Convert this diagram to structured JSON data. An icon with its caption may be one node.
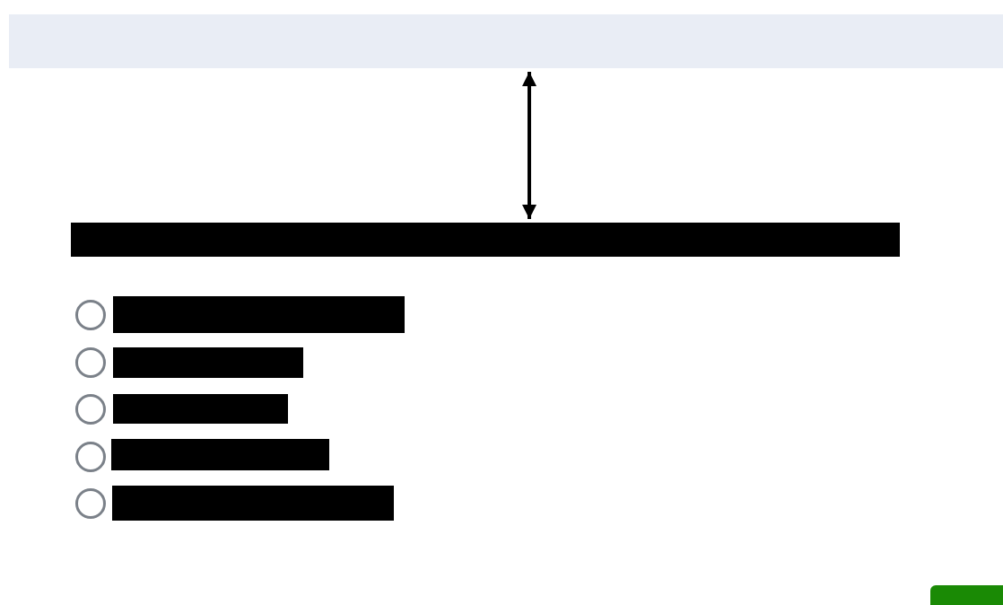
{
  "diagram": {
    "nodes": [
      {
        "text": [],
        "shape": "box"
      },
      {
        "text": [],
        "shape": "bar"
      },
      {
        "text": [],
        "shape": "circle"
      },
      {
        "text": [],
        "shape": "bar"
      },
      {
        "text": [],
        "shape": "circle"
      },
      {
        "text": [],
        "shape": "bar"
      },
      {
        "text": [],
        "shape": "circle"
      },
      {
        "text": [],
        "shape": "bar"
      },
      {
        "text": [],
        "shape": "circle"
      },
      {
        "text": [],
        "shape": "bar"
      },
      {
        "text": [],
        "shape": "circle"
      },
      {
        "text": [],
        "shape": "bar"
      },
      {
        "text": [],
        "shape": "box"
      }
    ],
    "edges": [
      {
        "from": 0,
        "to": 1,
        "arrow": "both"
      }
    ]
  }
}
